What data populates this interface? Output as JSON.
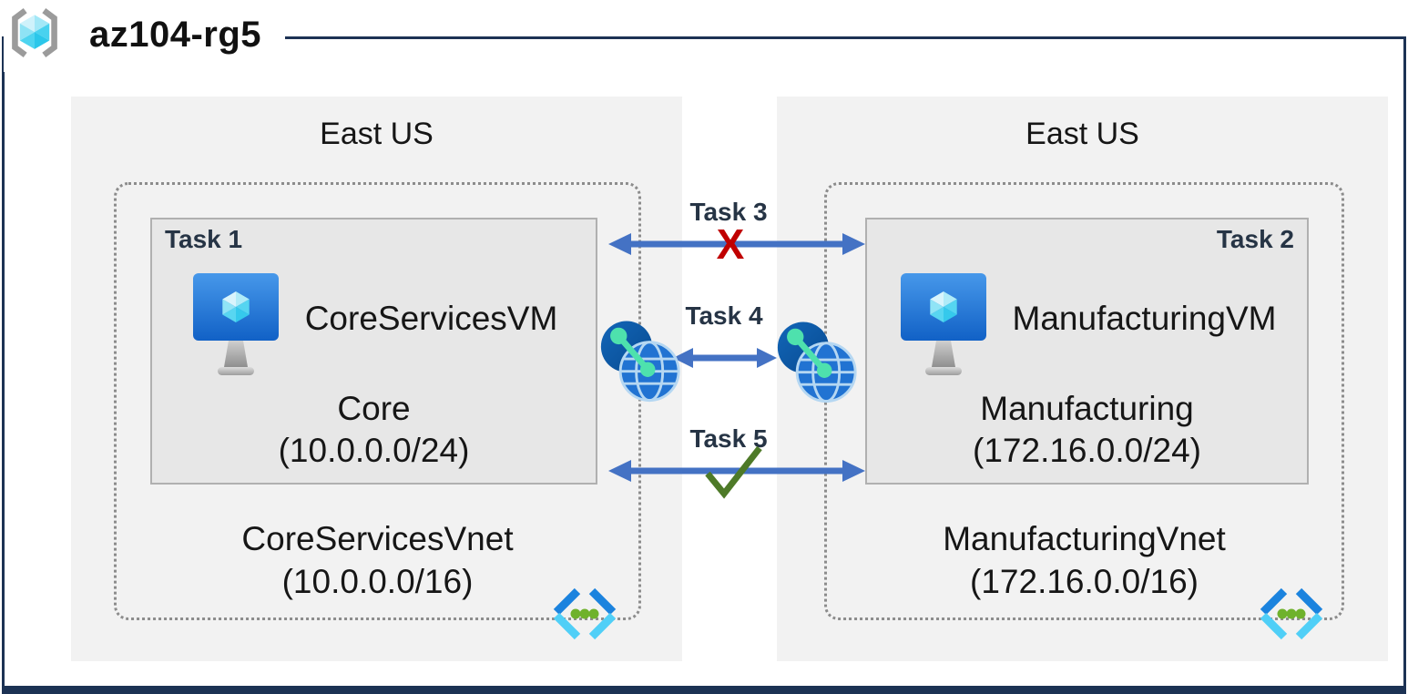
{
  "title": {
    "resource_group": "az104-rg5"
  },
  "regions": [
    {
      "label": "East US",
      "vnet": {
        "name": "CoreServicesVnet",
        "cidr": "(10.0.0.0/16)",
        "subnet": {
          "task": "Task 1",
          "vm_name": "CoreServicesVM",
          "name": "Core",
          "cidr": "(10.0.0.0/24)"
        }
      }
    },
    {
      "label": "East US",
      "vnet": {
        "name": "ManufacturingVnet",
        "cidr": "(172.16.0.0/16)",
        "subnet": {
          "task": "Task 2",
          "vm_name": "ManufacturingVM",
          "name": "Manufacturing",
          "cidr": "(172.16.0.0/24)"
        }
      }
    }
  ],
  "connections": [
    {
      "label": "Task 3",
      "marker": "X"
    },
    {
      "label": "Task 4",
      "marker": ""
    },
    {
      "label": "Task 5",
      "marker": "✓"
    }
  ],
  "icons": {
    "resource_group": "resource-group-icon",
    "virtual_machine": "vm-icon",
    "virtual_network": "vnet-icon",
    "peering": "network-peering-icon"
  },
  "colors": {
    "frame": "#1C3254",
    "arrow": "#4472C4",
    "cross": "#C00000",
    "check": "#4E7A28",
    "task_text": "#263445",
    "region_fill": "#F2F2F2",
    "subnet_fill": "#E7E7E7",
    "cube_cyan": "#49D2EF",
    "peering_mint": "#4EE1AD"
  }
}
